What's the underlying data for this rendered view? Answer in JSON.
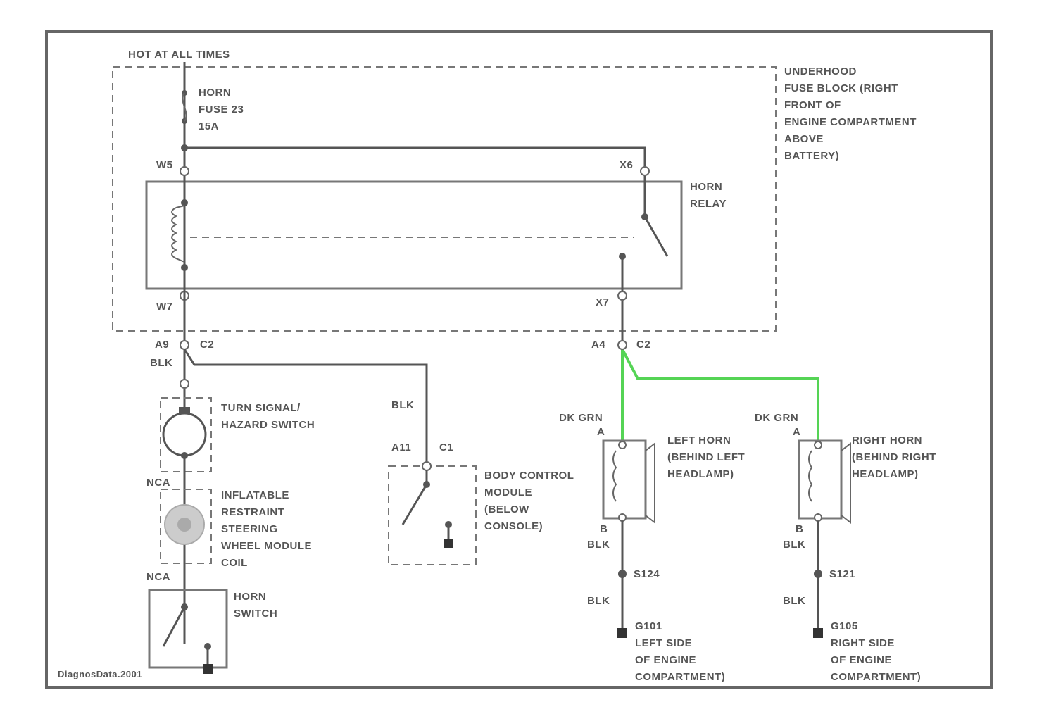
{
  "colors": {
    "wire": "#555555",
    "green_wire": "#55d455",
    "frame": "#666666"
  },
  "labels": {
    "hot": "HOT AT ALL TIMES",
    "fuse": [
      "HORN",
      "FUSE 23",
      "15A"
    ],
    "fuse_block": [
      "UNDERHOOD",
      "FUSE BLOCK (RIGHT",
      "FRONT OF",
      "ENGINE COMPARTMENT",
      "ABOVE",
      "BATTERY)"
    ],
    "relay": [
      "HORN",
      "RELAY"
    ],
    "pin_w5": "W5",
    "pin_x6": "X6",
    "pin_w7": "W7",
    "pin_x7": "X7",
    "conn_a9": "A9",
    "conn_c2_left": "C2",
    "conn_a4": "A4",
    "conn_c2_right": "C2",
    "wire_blk_1": "BLK",
    "wire_blk_2": "BLK",
    "turn_switch": [
      "TURN SIGNAL/",
      "HAZARD SWITCH"
    ],
    "nca_1": "NCA",
    "nca_2": "NCA",
    "airbag_coil": [
      "INFLATABLE",
      "RESTRAINT",
      "STEERING",
      "WHEEL MODULE",
      "COIL"
    ],
    "bcm_pin": "A11",
    "bcm_conn": "C1",
    "bcm": [
      "BODY CONTROL",
      "MODULE",
      "(BELOW",
      "CONSOLE)"
    ],
    "horn_switch": [
      "HORN",
      "SWITCH"
    ],
    "dk_grn_left": "DK GRN",
    "dk_grn_right": "DK GRN",
    "pin_a_left": "A",
    "pin_a_right": "A",
    "pin_b_left": "B",
    "pin_b_right": "B",
    "left_horn": [
      "LEFT HORN",
      "(BEHIND LEFT",
      "HEADLAMP)"
    ],
    "right_horn": [
      "RIGHT HORN",
      "(BEHIND RIGHT",
      "HEADLAMP)"
    ],
    "blk_lh_1": "BLK",
    "blk_lh_2": "BLK",
    "blk_rh_1": "BLK",
    "blk_rh_2": "BLK",
    "splice_left": "S124",
    "splice_right": "S121",
    "ground_left": [
      "G101",
      "LEFT SIDE",
      "OF ENGINE",
      "COMPARTMENT)"
    ],
    "ground_right": [
      "G105",
      "RIGHT SIDE",
      "OF ENGINE",
      "COMPARTMENT)"
    ],
    "credit": "DiagnosData.2001"
  }
}
